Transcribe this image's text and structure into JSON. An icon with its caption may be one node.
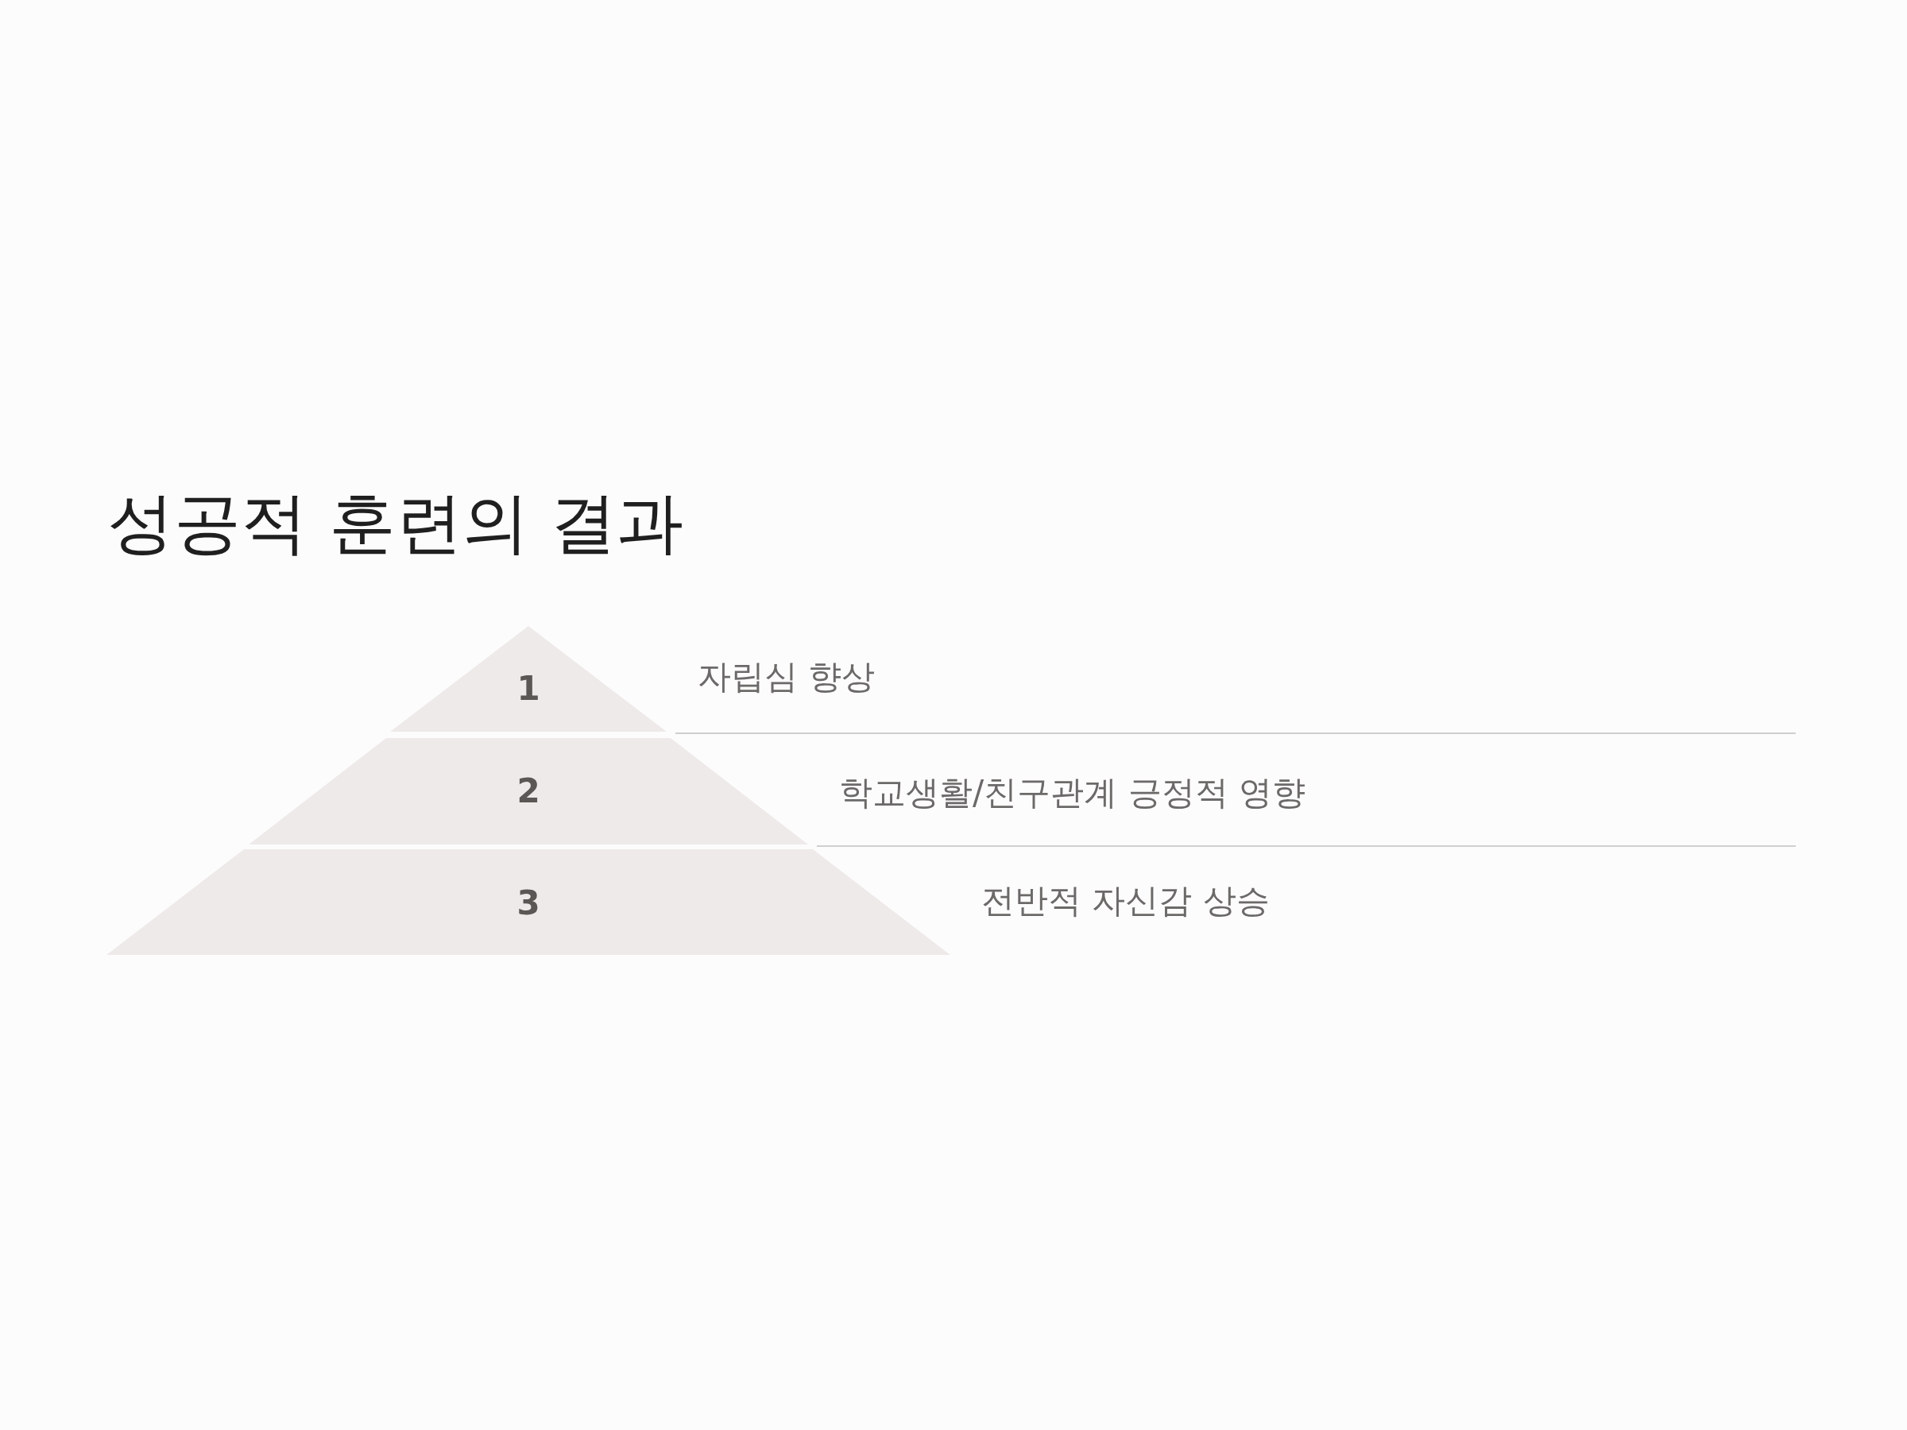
{
  "diagram": {
    "title": "성공적 훈련의 결과",
    "nodes": [
      {
        "text": [
          "1"
        ],
        "beside": [
          "자립심 향상"
        ]
      },
      {
        "text": [
          "2"
        ],
        "beside": [
          "학교생활/친구관계 긍정적 영향"
        ]
      },
      {
        "text": [
          "3"
        ],
        "beside": [
          "전반적 자신감 상승"
        ]
      }
    ]
  }
}
